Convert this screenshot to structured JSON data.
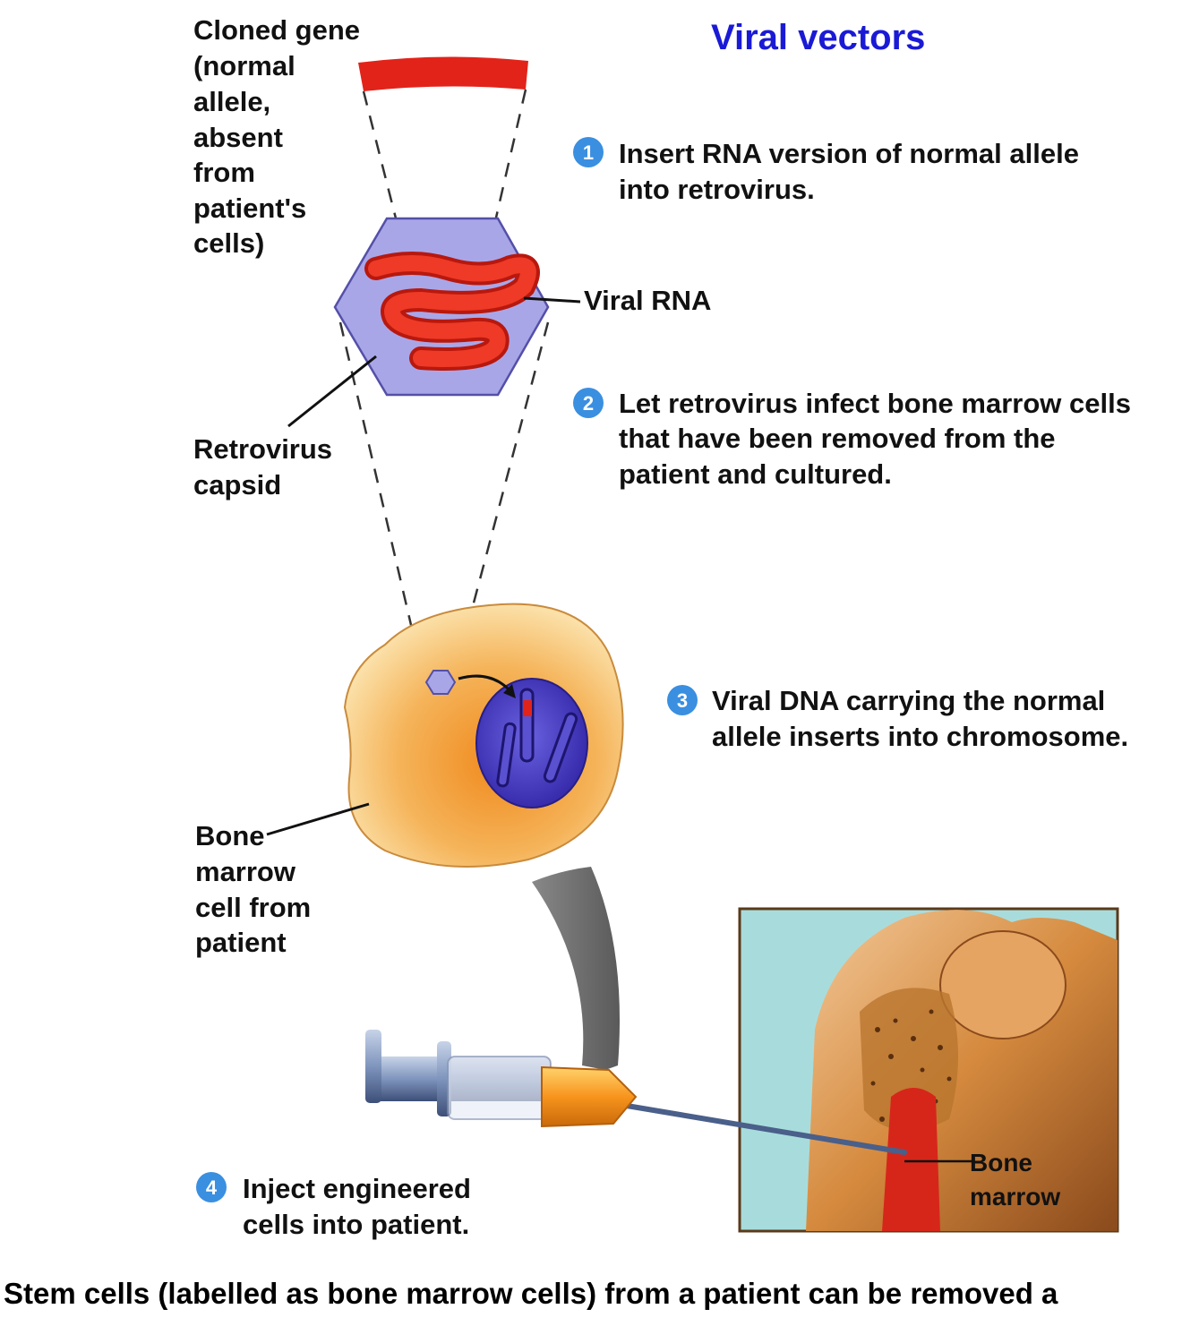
{
  "title": "Viral vectors",
  "labels": {
    "cloned_gene": [
      "Cloned gene",
      "(normal",
      "allele,",
      "absent",
      "from",
      "patient's",
      "cells)"
    ],
    "viral_rna": "Viral RNA",
    "retrovirus_capsid": [
      "Retrovirus",
      "capsid"
    ],
    "bone_marrow_cell": [
      "Bone",
      "marrow",
      "cell from",
      "patient"
    ],
    "bone_marrow": [
      "Bone",
      "marrow"
    ]
  },
  "steps": [
    {
      "number": "1",
      "lines": [
        "Insert RNA version of normal allele",
        "into retrovirus."
      ]
    },
    {
      "number": "2",
      "lines": [
        "Let retrovirus infect bone marrow cells",
        "that have been removed from the",
        "patient and cultured."
      ]
    },
    {
      "number": "3",
      "lines": [
        "Viral DNA carrying the normal",
        "allele inserts into chromosome."
      ]
    },
    {
      "number": "4",
      "lines": [
        "Inject engineered",
        "cells into patient."
      ]
    }
  ],
  "caption": "Stem cells (labelled as bone marrow cells) from a patient can be removed a",
  "colors": {
    "title": "#1a1ad6",
    "step_badge": "#3a8fe0",
    "gene": "#e2231a",
    "capsid_fill": "#a9a6e8",
    "cell_fill": "#f6c277",
    "nucleus": "#4a3fc0",
    "bone": "#d08a3a"
  }
}
